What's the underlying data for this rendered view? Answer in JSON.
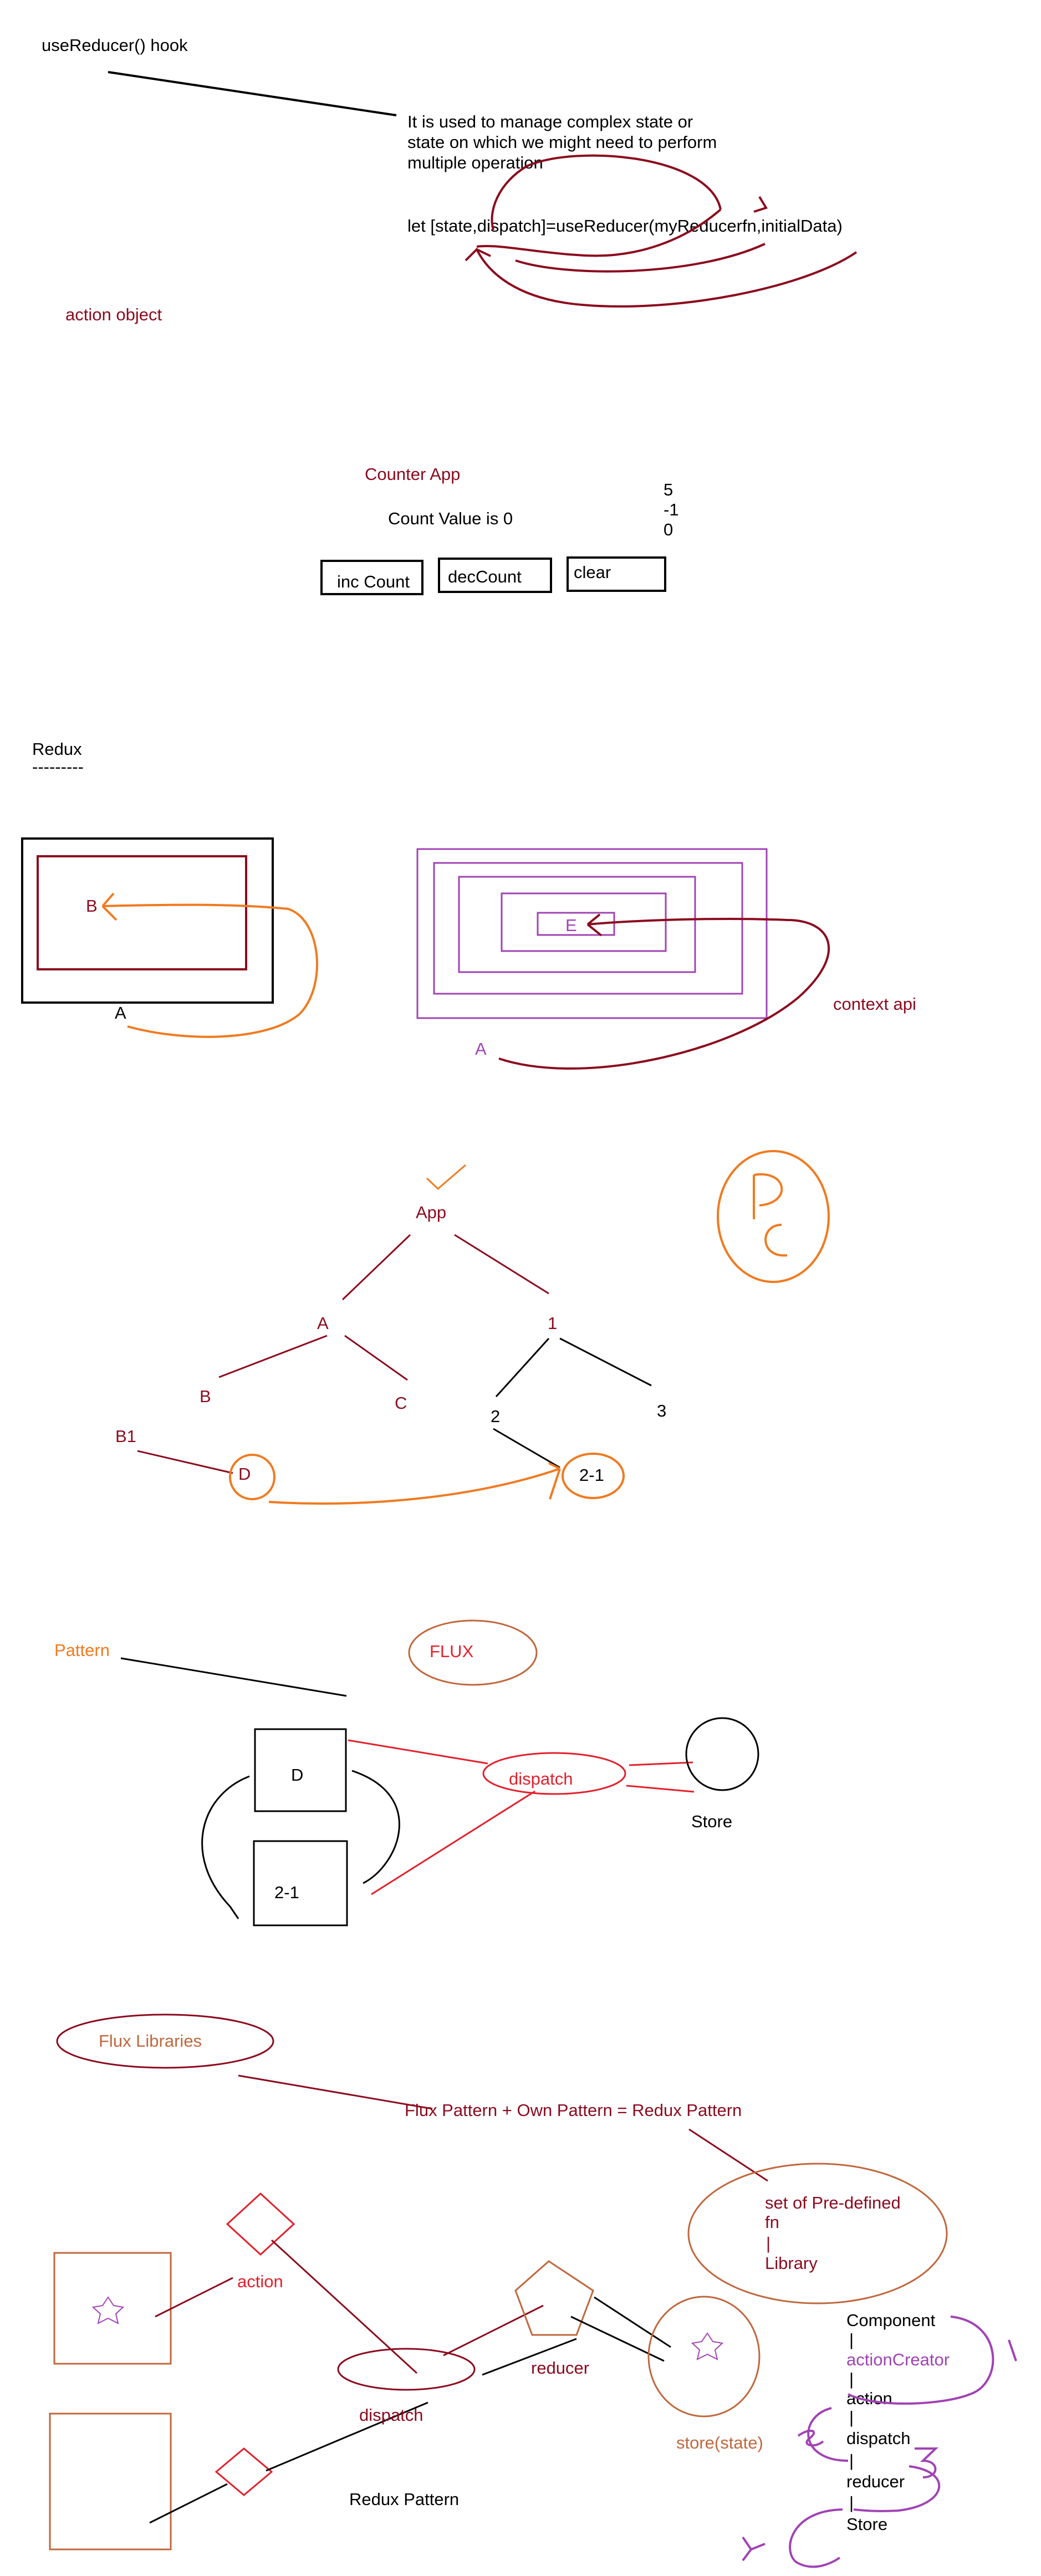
{
  "colors": {
    "black": "#000000",
    "maroon": "#8b0a1e",
    "orange": "#f07a20",
    "purple": "#a043b4",
    "red": "#e2202c",
    "brown": "#c0673d"
  },
  "hooks": {
    "title": "useReducer() hook",
    "description": [
      "It is used to manage complex state or",
      "state on which we might need to perform",
      "multiple operation"
    ],
    "code": "let [state,dispatch]=useReducer(myReducerfn,initialData)",
    "action_object": "action object"
  },
  "counter": {
    "title": "Counter App",
    "count_text": "Count Value is 0",
    "values": [
      "5",
      "-1",
      "0"
    ],
    "buttons": [
      "inc Count",
      "decCount",
      "clear"
    ]
  },
  "redux": {
    "heading": "Redux",
    "underline": "---------",
    "box_outer": "A",
    "box_inner": "B",
    "nested_inner": "E",
    "nested_outer": "A",
    "context_label": "context api"
  },
  "tree": {
    "root": "App",
    "nodes": [
      "A",
      "1",
      "B",
      "C",
      "2",
      "3",
      "B1",
      "D",
      "2-1"
    ],
    "scribble": "P"
  },
  "flux": {
    "pattern": "Pattern",
    "flux": "FLUX",
    "box_d": "D",
    "box_21": "2-1",
    "dispatch": "dispatch",
    "store": "Store"
  },
  "redux_pattern": {
    "flux_libraries": "Flux Libraries",
    "equation": "Flux Pattern + Own Pattern = Redux Pattern",
    "predefined": [
      "set of Pre-defined",
      "fn",
      "|",
      "Library"
    ],
    "action": "action",
    "dispatch": "dispatch",
    "reducer": "reducer",
    "store_state": "store(state)",
    "caption": "Redux Pattern",
    "flow": [
      "Component",
      "actionCreator",
      "action",
      "dispatch",
      "reducer",
      "Store"
    ],
    "flow_sep": "|"
  }
}
